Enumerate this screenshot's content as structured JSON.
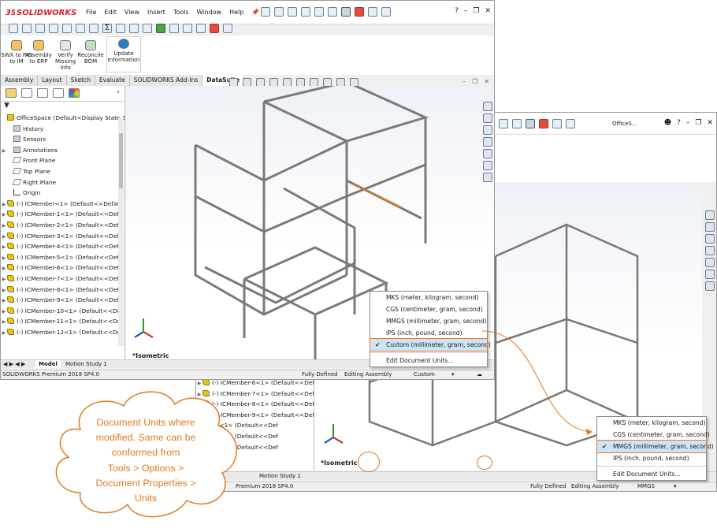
{
  "app": {
    "logo_text": "SOLIDWORKS",
    "menu": [
      "File",
      "Edit",
      "View",
      "Insert",
      "Tools",
      "Window",
      "Help"
    ],
    "secondary_title": "OfficeS..."
  },
  "ribbon": {
    "buttons": [
      "SWX to PIO to IM",
      "Assembly to ERP",
      "Verify Missing Info",
      "Reconcile BOM",
      "Update Information"
    ]
  },
  "command_tabs": [
    "Assembly",
    "Layout",
    "Sketch",
    "Evaluate",
    "SOLIDWORKS Add-Ins",
    "DataSuite"
  ],
  "command_tabs_active": "DataSuite",
  "tree": {
    "root": "OfficeSpace  (Default<Display State-1>)",
    "features": [
      "History",
      "Sensors",
      "Annotations",
      "Front Plane",
      "Top Plane",
      "Right Plane",
      "Origin"
    ],
    "members": [
      "(-) ICMember<1> (Default<<Defaul",
      "(-) ICMember-1<1> (Default<<Defa",
      "(-) ICMember-2<1> (Default<<Defa",
      "(-) ICMember-3<1> (Default<<Defa",
      "(-) ICMember-4<1> (Default<<Defa",
      "(-) ICMember-5<1> (Default<<Defa",
      "(-) ICMember-6<1> (Default<<Defa",
      "(-) ICMember-7<1> (Default<<Defa",
      "(-) ICMember-8<1> (Default<<Defa",
      "(-) ICMember-9<1> (Default<<Defa",
      "(-) ICMember-10<1> (Default<<Def",
      "(-) ICMember-11<1> (Default<<Def",
      "(-) ICMember-12<1> (Default<<Def"
    ],
    "members_second": [
      "(-) ICMember-6<1> (Default<<Defa",
      "(-) ICMember-7<1> (Default<<Defa",
      "(-) ICMember-8<1> (Default<<Defa",
      "(-) ICMember-9<1> (Default<<Defa",
      "10<1> (Default<<Def",
      "11<1> (Default<<Def",
      "12<1> (Default<<Def"
    ]
  },
  "view_label": "*Isometric",
  "bottom_tabs": {
    "model": "Model",
    "motion": "Motion Study 1"
  },
  "status1": {
    "product": "SOLIDWORKS Premium 2018 SP4.0",
    "defined": "Fully Defined",
    "mode": "Editing Assembly",
    "units": "Custom"
  },
  "status2": {
    "product": "Premium 2018 SP4.0",
    "defined": "Fully Defined",
    "mode": "Editing Assembly",
    "units": "MMGS"
  },
  "units_menu_1": {
    "items": [
      "MKS  (meter, kilogram, second)",
      "CGS  (centimeter, gram, second)",
      "MMGS  (millimeter, gram, second)",
      "IPS  (inch, pound, second)",
      "Custom (millimeter, gram, second)"
    ],
    "checked": "Custom (millimeter, gram, second)",
    "edit": "Edit Document Units..."
  },
  "units_menu_2": {
    "items": [
      "MKS  (meter, kilogram, second)",
      "CGS  (centimeter, gram, second)",
      "MMGS  (millimeter, gram, second)",
      "IPS  (inch, pound, second)"
    ],
    "checked": "MMGS  (millimeter, gram, second)",
    "edit": "Edit Document Units..."
  },
  "callout": {
    "lines": [
      "Document  Units where",
      "modified.  Same can be",
      "conformed  from",
      "Tools > Options >",
      "Document  Properties >",
      "Units"
    ]
  },
  "colors": {
    "accent": "#e07a1f",
    "brand": "#d4202b",
    "selection": "#cce4f7"
  }
}
